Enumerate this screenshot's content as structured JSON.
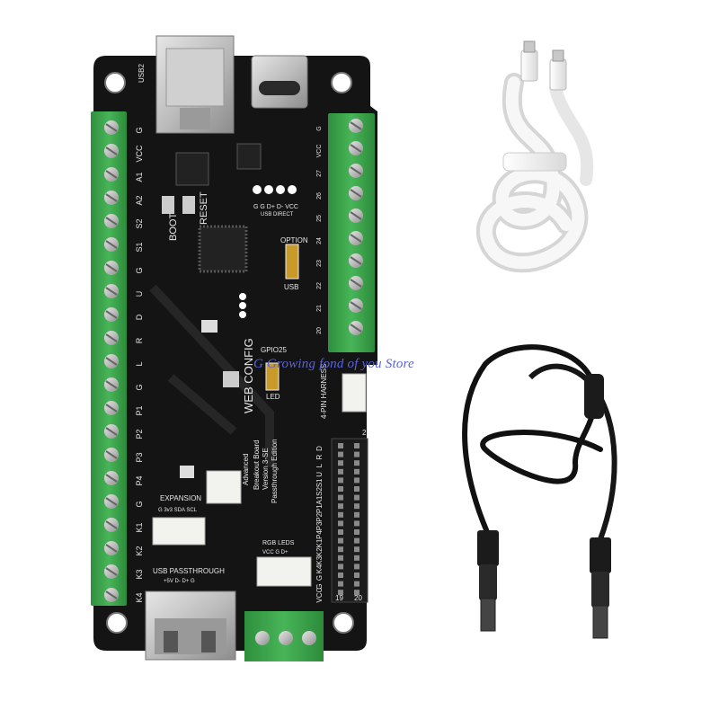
{
  "watermark": "G Growing fond of you Store",
  "colors": {
    "pcb": "#141414",
    "terminal": "#3aa24a",
    "cable_white": "#f2f2f2",
    "cable_black": "#111111",
    "watermark": "#5b63d8"
  },
  "board": {
    "title_line1": "Advanced",
    "title_line2": "Breakout Board",
    "title_line3": "Version 3-SE",
    "title_line4": "Passthrough Edition",
    "web_config": "WEB CONFIG",
    "boot": "BOOT",
    "reset": "RESET",
    "expansion": "EXPANSION",
    "expansion_pins": "G 3v3 SDA SCL",
    "usb_passthrough": "USB PASSTHROUGH",
    "usb_passthrough_pins": "+5V D- D+ G",
    "rgb_leds": "RGB LEDS",
    "rgb_pins": "VCC G D+",
    "harness": "4-PIN HARNESS",
    "usb_direct": "USB DIRECT",
    "option": "OPTION",
    "usb": "USB",
    "led": "LED",
    "gpio": "GPIO25",
    "usb2": "USB2",
    "h4_pins": "G G D+ D- VCC",
    "left_terminal_labels": [
      "G",
      "VCC",
      "A1",
      "A2",
      "S2",
      "S1",
      "G",
      "U",
      "D",
      "R",
      "L",
      "G",
      "P1",
      "P2",
      "P3",
      "P4",
      "G",
      "K1",
      "K2",
      "K3",
      "K4"
    ],
    "right_terminal_labels": [
      "G",
      "VCC",
      "27",
      "26",
      "25",
      "24",
      "23",
      "22",
      "21",
      "20"
    ],
    "header_rows": [
      "D",
      "R",
      "L",
      "U",
      "S1",
      "S2",
      "A1",
      "P1",
      "P2",
      "P3",
      "P4",
      "K1",
      "K2",
      "K3",
      "K4",
      "G",
      "G",
      "VCC"
    ],
    "header_pin_numbers": [
      "2",
      "19",
      "20"
    ]
  }
}
